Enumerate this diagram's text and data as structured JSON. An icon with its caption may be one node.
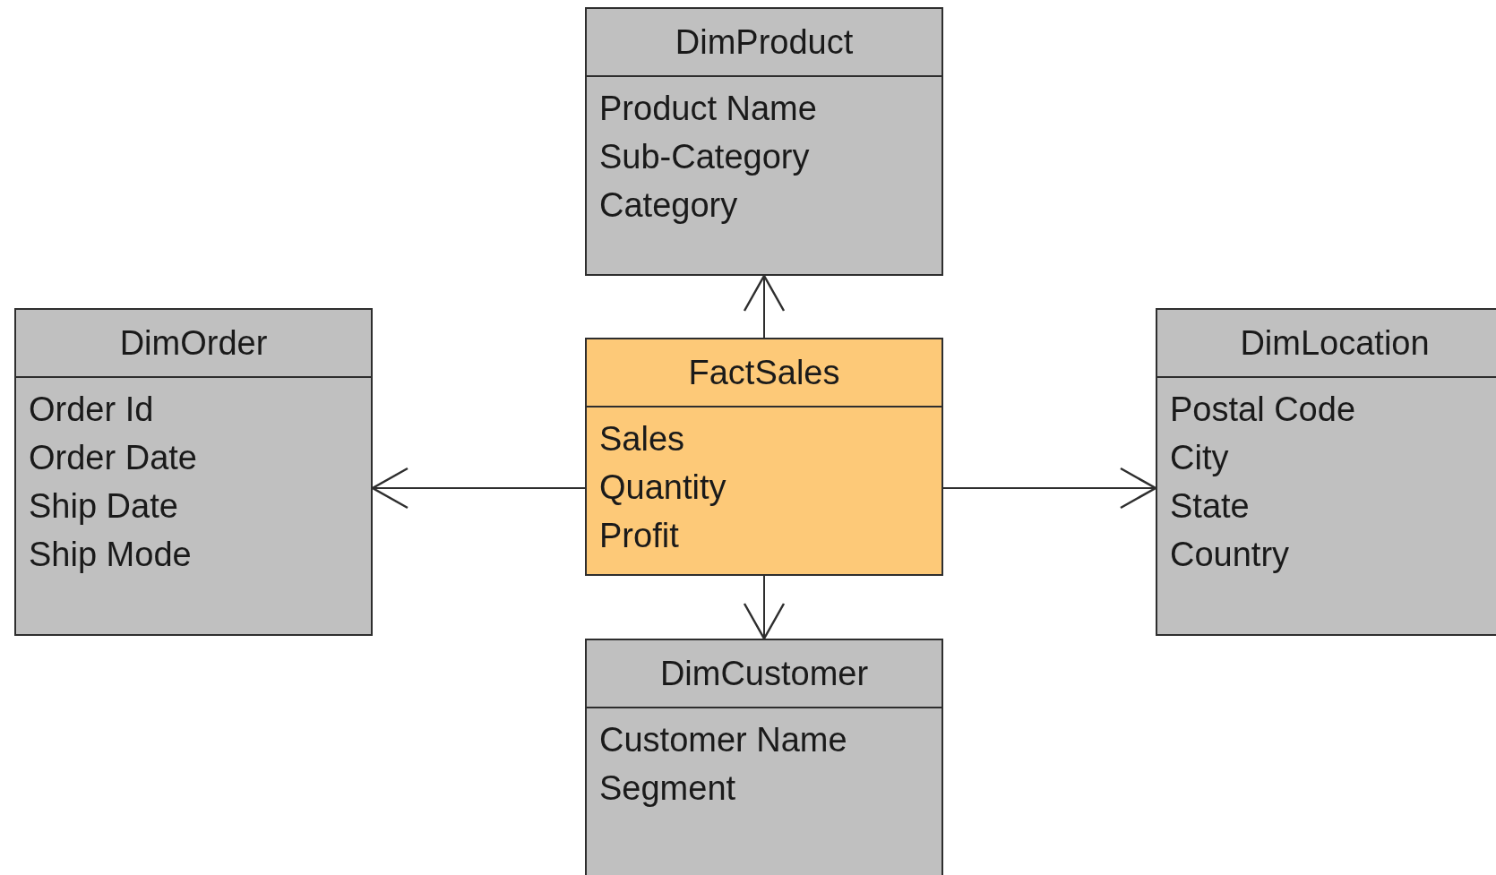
{
  "diagram": {
    "nodes": [
      {
        "text": [
          "DimProduct",
          "Product Name",
          "Sub-Category",
          "Category"
        ]
      },
      {
        "text": [
          "DimOrder",
          "Order Id",
          "Order Date",
          "Ship Date",
          "Ship Mode"
        ]
      },
      {
        "text": [
          "FactSales",
          "Sales",
          "Quantity",
          "Profit"
        ]
      },
      {
        "text": [
          "DimLocation",
          "Postal Code",
          "City",
          "State",
          "Country"
        ]
      },
      {
        "text": [
          "DimCustomer",
          "Customer Name",
          "Segment"
        ]
      }
    ],
    "edges": [
      {
        "from": 2,
        "to": 0,
        "arrow": "to"
      },
      {
        "from": 2,
        "to": 1,
        "arrow": "to"
      },
      {
        "from": 2,
        "to": 3,
        "arrow": "to"
      },
      {
        "from": 2,
        "to": 4,
        "arrow": "to"
      }
    ]
  }
}
